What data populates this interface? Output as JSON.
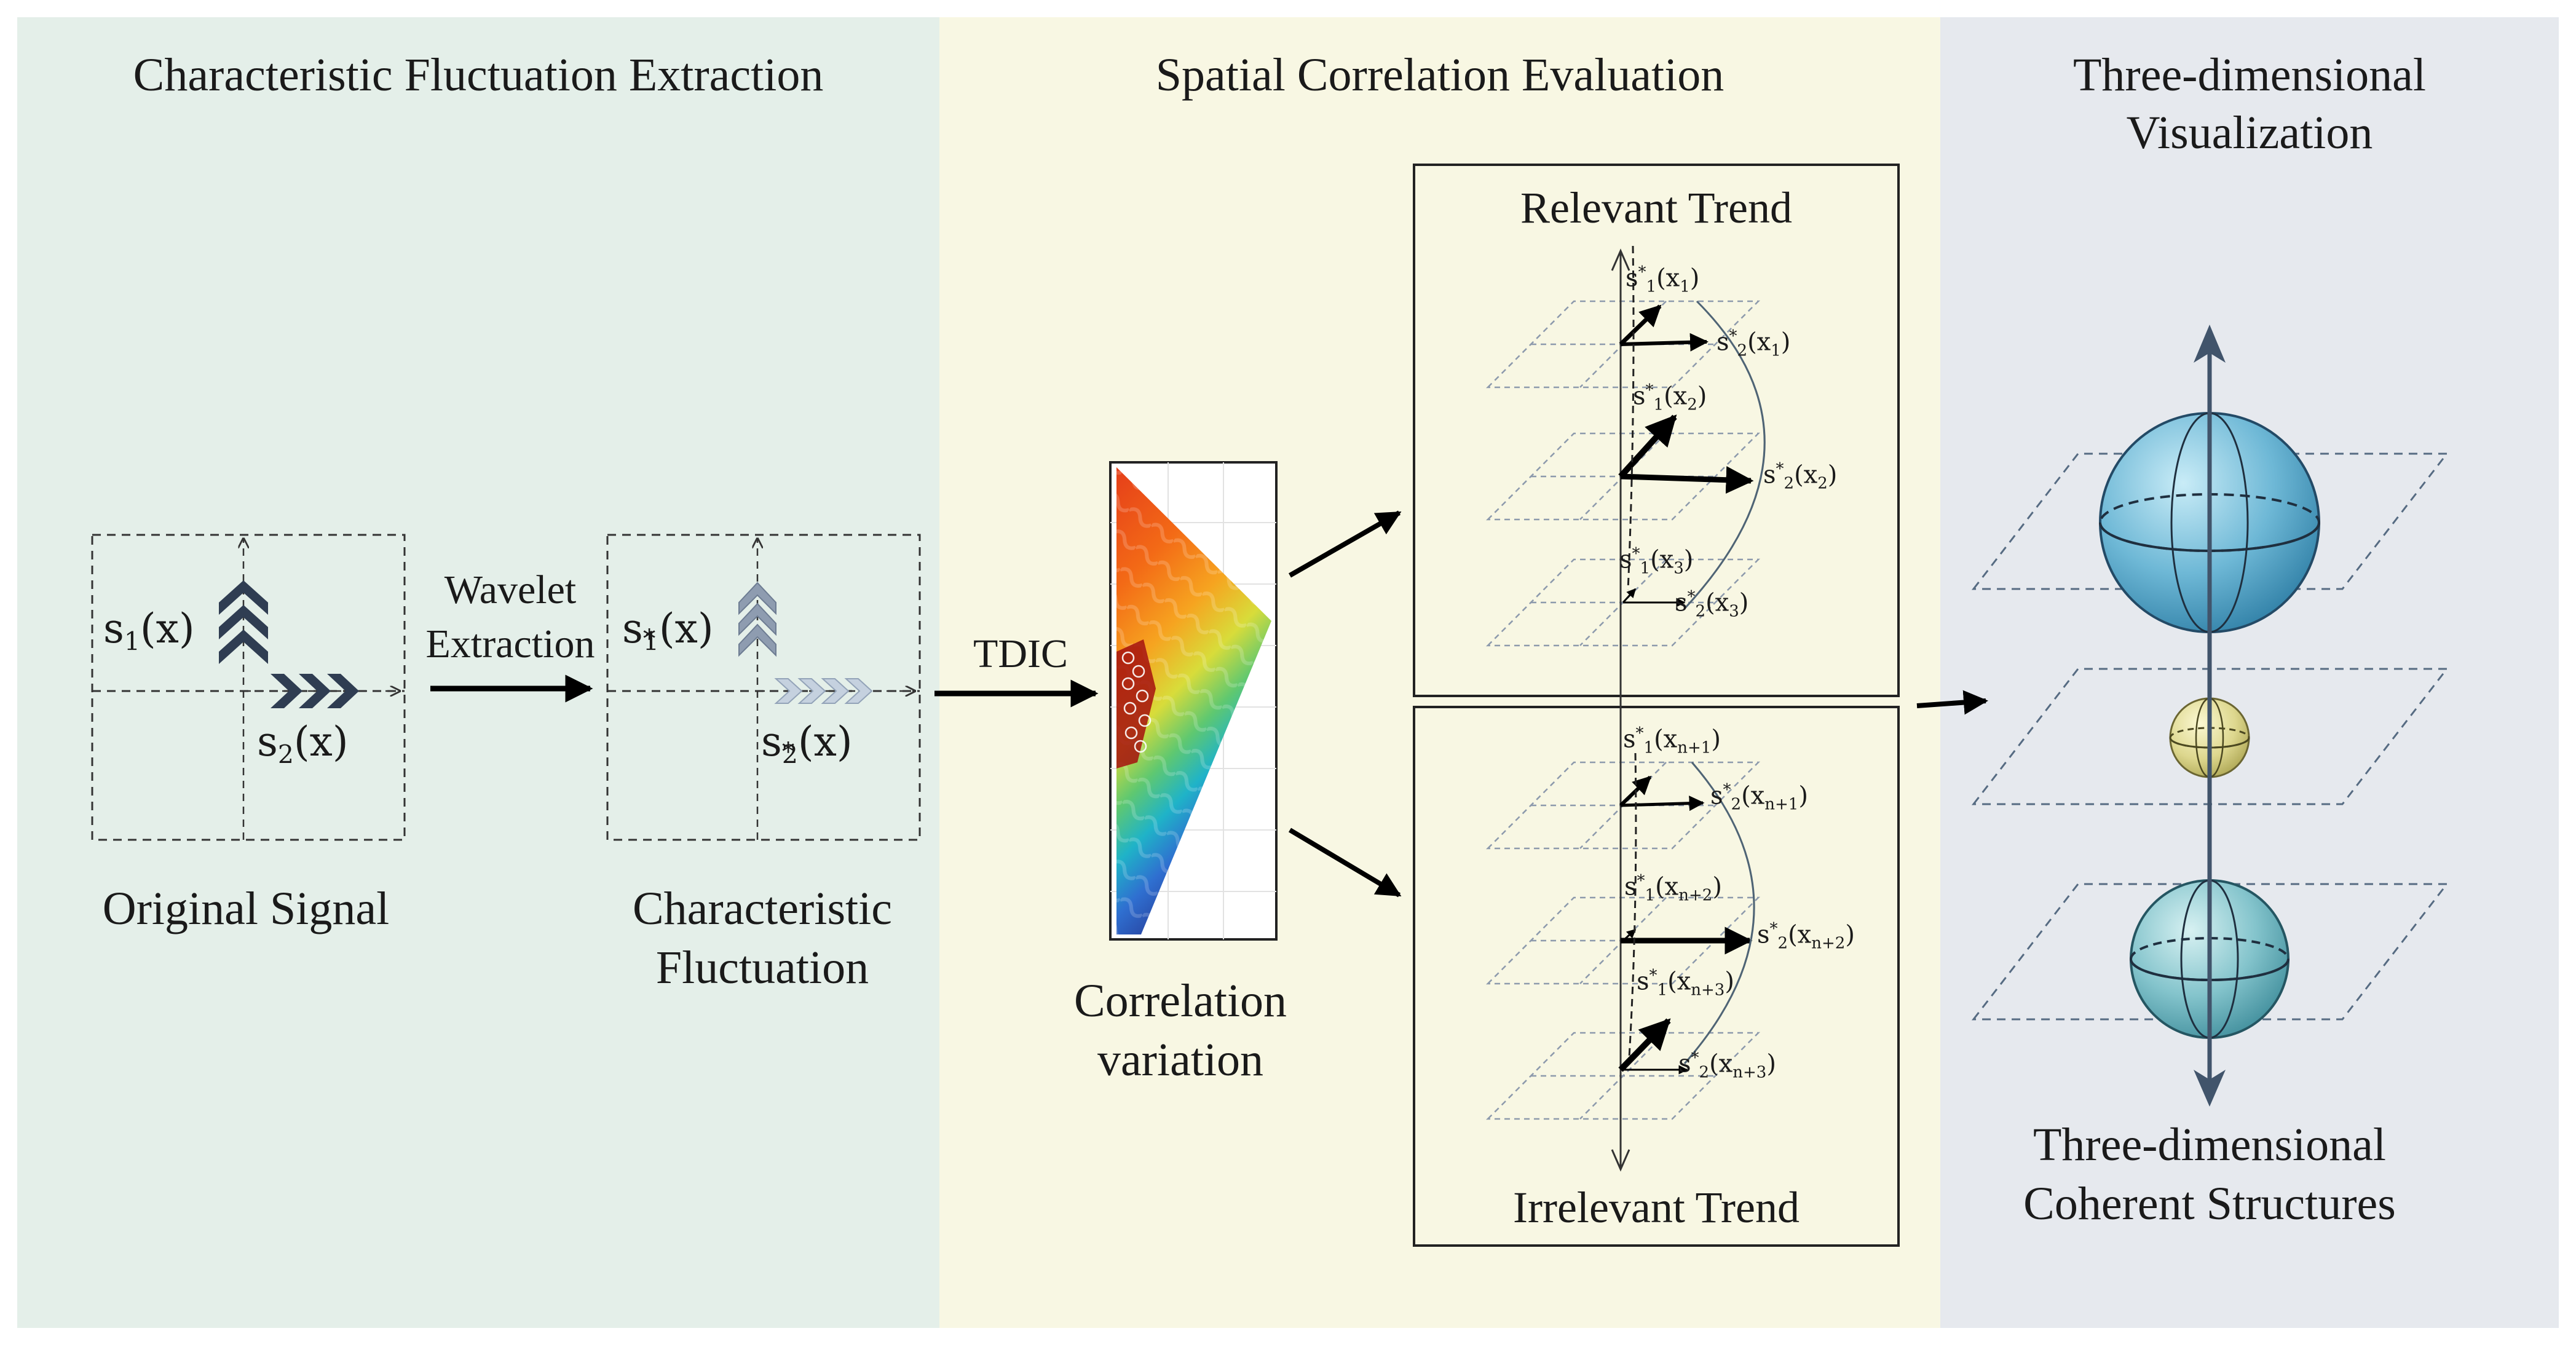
{
  "colors": {
    "panel1_bg": "#e4efe9",
    "panel2_bg": "#f8f7e3",
    "panel3_bg": "#e6e9ee",
    "chevron_dark": "#2f3d52",
    "chevron_light": "#a9b6c8"
  },
  "panels": {
    "extraction": {
      "title": "Characteristic Fluctuation Extraction",
      "original_label": "Original Signal",
      "s1": "s",
      "s1_sub": "1",
      "s1_arg": "(x)",
      "s2": "s",
      "s2_sub": "2",
      "s2_arg": "(x)",
      "wavelet_line1": "Wavelet",
      "wavelet_line2": "Extraction",
      "fluct_line1": "Characteristic",
      "fluct_line2": "Fluctuation",
      "s1s": "s",
      "s1s_sub": "1",
      "s1s_sup": "*",
      "s1s_arg": "(x)",
      "s2s": "s",
      "s2s_sub": "2",
      "s2s_sup": "*",
      "s2s_arg": "(x)"
    },
    "evaluation": {
      "title": "Spatial Correlation Evaluation",
      "tdic_label": "TDIC",
      "corr_line1": "Correlation",
      "corr_line2": "variation",
      "relevant_title": "Relevant Trend",
      "irrelevant_title": "Irrelevant Trend",
      "relevant_labels": [
        {
          "s": "s",
          "sub": "1",
          "sup": "*",
          "arg": "(x",
          "argsub": "1",
          "close": ")"
        },
        {
          "s": "s",
          "sub": "2",
          "sup": "*",
          "arg": "(x",
          "argsub": "1",
          "close": ")"
        },
        {
          "s": "s",
          "sub": "1",
          "sup": "*",
          "arg": "(x",
          "argsub": "2",
          "close": ")"
        },
        {
          "s": "s",
          "sub": "2",
          "sup": "*",
          "arg": "(x",
          "argsub": "2",
          "close": ")"
        },
        {
          "s": "s",
          "sub": "1",
          "sup": "*",
          "arg": "(x",
          "argsub": "3",
          "close": ")"
        },
        {
          "s": "s",
          "sub": "2",
          "sup": "*",
          "arg": "(x",
          "argsub": "3",
          "close": ")"
        }
      ],
      "irrelevant_labels": [
        {
          "s": "s",
          "sub": "1",
          "sup": "*",
          "arg": "(x",
          "argsub": "n+1",
          "close": ")"
        },
        {
          "s": "s",
          "sub": "2",
          "sup": "*",
          "arg": "(x",
          "argsub": "n+1",
          "close": ")"
        },
        {
          "s": "s",
          "sub": "1",
          "sup": "*",
          "arg": "(x",
          "argsub": "n+2",
          "close": ")"
        },
        {
          "s": "s",
          "sub": "2",
          "sup": "*",
          "arg": "(x",
          "argsub": "n+2",
          "close": ")"
        },
        {
          "s": "s",
          "sub": "1",
          "sup": "*",
          "arg": "(x",
          "argsub": "n+3",
          "close": ")"
        },
        {
          "s": "s",
          "sub": "2",
          "sup": "*",
          "arg": "(x",
          "argsub": "n+3",
          "close": ")"
        }
      ]
    },
    "visualization": {
      "title_line1": "Three-dimensional",
      "title_line2": "Visualization",
      "bottom_line1": "Three-dimensional",
      "bottom_line2": "Coherent Structures"
    }
  }
}
